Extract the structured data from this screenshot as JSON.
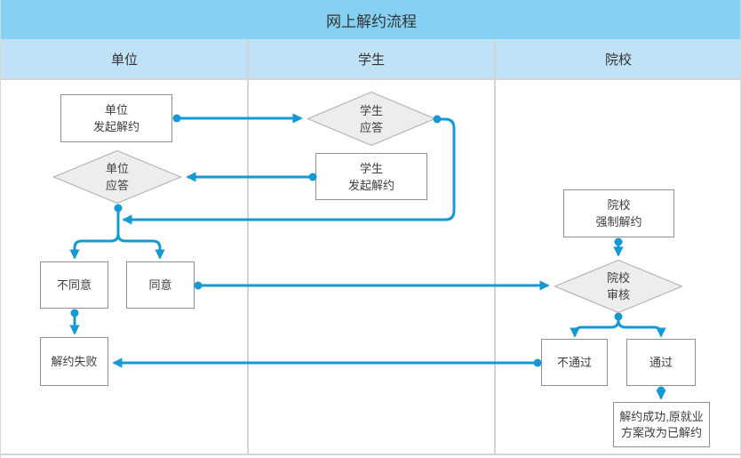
{
  "title": "网上解约流程",
  "lanes": {
    "unit": "单位",
    "student": "学生",
    "college": "院校"
  },
  "nodes": {
    "unit_initiate": {
      "type": "process",
      "lines": [
        "单位",
        "发起解约"
      ]
    },
    "student_respond": {
      "type": "decision",
      "lines": [
        "学生",
        "应答"
      ]
    },
    "student_initiate": {
      "type": "process",
      "lines": [
        "学生",
        "发起解约"
      ]
    },
    "unit_respond": {
      "type": "decision",
      "lines": [
        "单位",
        "应答"
      ]
    },
    "college_force": {
      "type": "process",
      "lines": [
        "院校",
        "强制解约"
      ]
    },
    "college_review": {
      "type": "decision",
      "lines": [
        "院校",
        "审核"
      ]
    },
    "disagree": {
      "type": "process",
      "lines": [
        "不同意"
      ]
    },
    "agree": {
      "type": "process",
      "lines": [
        "同意"
      ]
    },
    "fail": {
      "type": "process",
      "lines": [
        "解约失败"
      ]
    },
    "reject": {
      "type": "process",
      "lines": [
        "不通过"
      ]
    },
    "pass": {
      "type": "process",
      "lines": [
        "通过"
      ]
    },
    "success": {
      "type": "process",
      "lines": [
        "解约成功,原就业",
        "方案改为已解约"
      ]
    }
  },
  "edges": [
    {
      "from": "unit_initiate",
      "to": "student_respond"
    },
    {
      "from": "student_initiate",
      "to": "unit_respond"
    },
    {
      "from": "student_respond",
      "to": "unit_respond"
    },
    {
      "from": "unit_respond",
      "to": "disagree"
    },
    {
      "from": "unit_respond",
      "to": "agree"
    },
    {
      "from": "disagree",
      "to": "fail"
    },
    {
      "from": "agree",
      "to": "college_review"
    },
    {
      "from": "college_force",
      "to": "college_review"
    },
    {
      "from": "college_review",
      "to": "reject"
    },
    {
      "from": "college_review",
      "to": "pass"
    },
    {
      "from": "reject",
      "to": "fail"
    },
    {
      "from": "pass",
      "to": "success"
    }
  ],
  "colors": {
    "title_bar": "#84d1f4",
    "header_row": "#bfe2f6",
    "connector": "#1499d3",
    "process_border": "#8f8f8f",
    "diamond_fill": "#ededed",
    "diamond_border": "#b3b3b3",
    "lane_divider": "#d3d3d3",
    "text": "#3d3d3d"
  }
}
